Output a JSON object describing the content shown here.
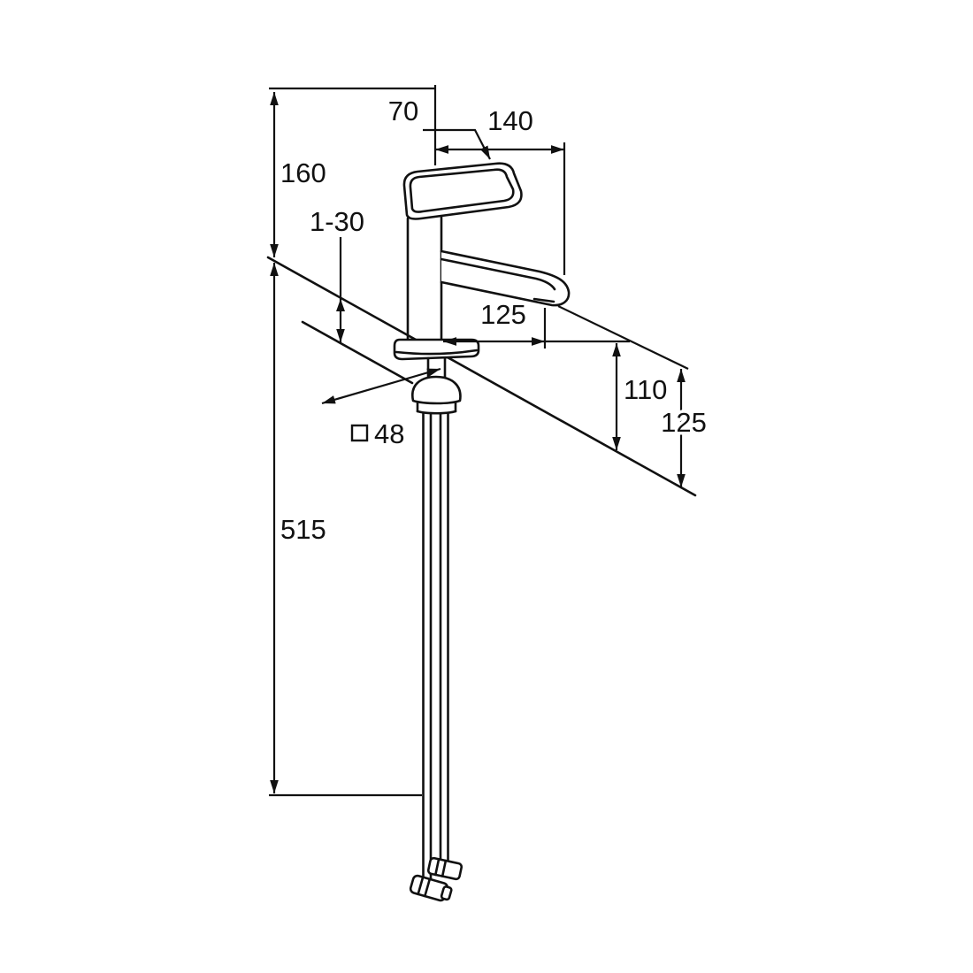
{
  "page": {
    "background": "#ffffff"
  },
  "drawing": {
    "name": "faucet-dimension-drawing",
    "subject": "Tall single-lever basin mixer with flexible supply hoses — dimensional line drawing",
    "line_color": "#111111",
    "text_color": "#111111",
    "labels": {
      "d160": "160",
      "d70": "70",
      "d140": "140",
      "d1_30": "1-30",
      "d125_spout": "125",
      "d110": "110",
      "d125_right": "125",
      "d48": "48",
      "d515": "515"
    }
  }
}
